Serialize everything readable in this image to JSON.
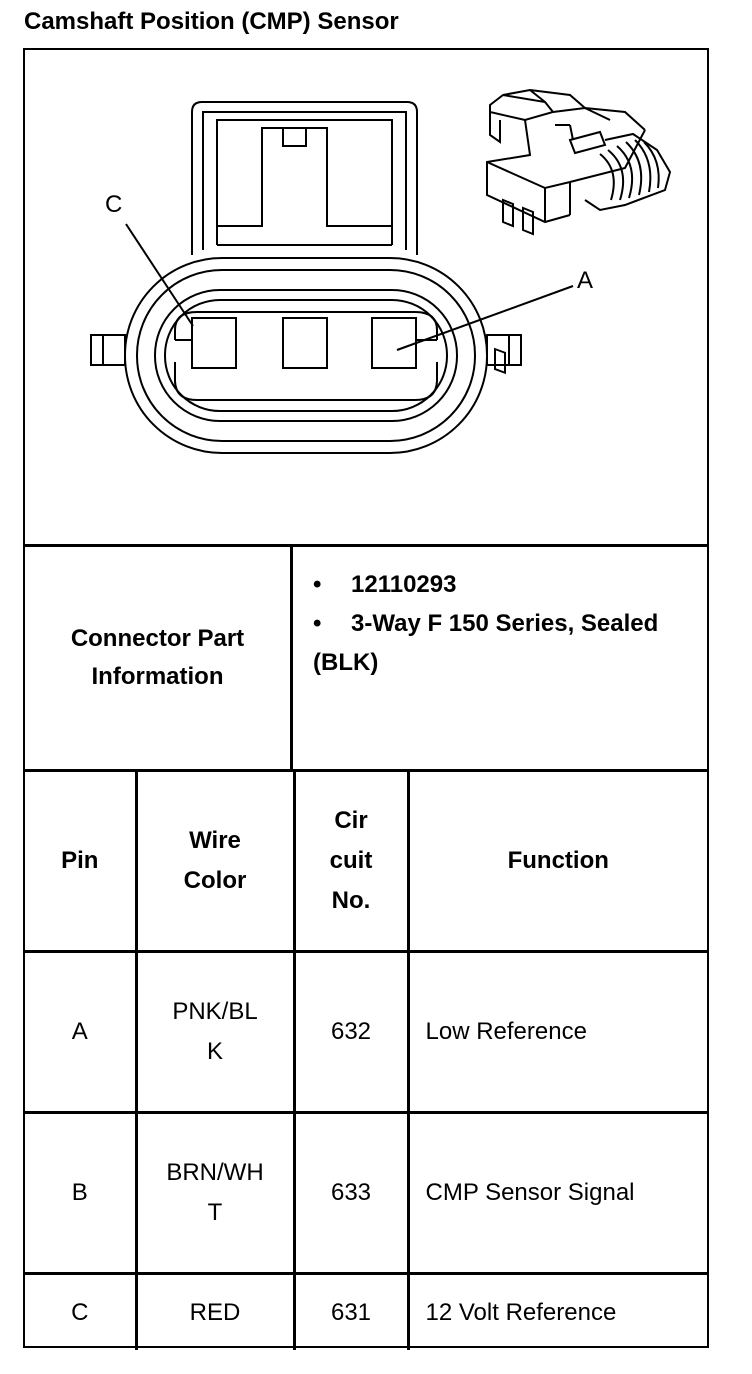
{
  "title": "Camshaft Position (CMP) Sensor",
  "diagram": {
    "callout_c": "C",
    "callout_a": "A"
  },
  "connector": {
    "label": "Connector Part Information",
    "items": [
      "12110293",
      "3-Way F 150 Series, Sealed (BLK)"
    ]
  },
  "table": {
    "headers": {
      "pin": "Pin",
      "wire_color": "Wire Color",
      "circuit": "Cir cuit No.",
      "function": "Function"
    },
    "rows": [
      {
        "pin": "A",
        "wire_color": "PNK/BLK",
        "circuit": "632",
        "function": "Low Reference"
      },
      {
        "pin": "B",
        "wire_color": "BRN/WHT",
        "circuit": "633",
        "function": "CMP Sensor Signal"
      },
      {
        "pin": "C",
        "wire_color": "RED",
        "circuit": "631",
        "function": "12 Volt Reference"
      }
    ]
  }
}
